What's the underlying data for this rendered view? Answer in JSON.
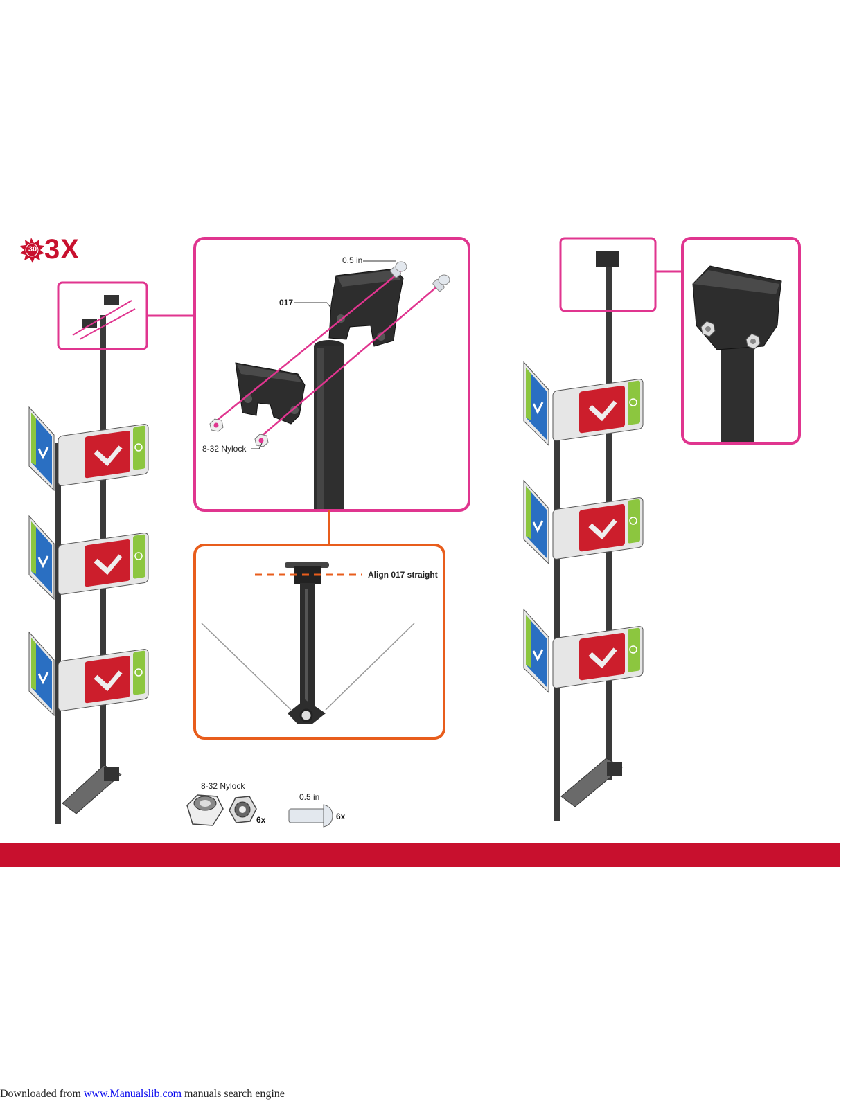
{
  "step": {
    "number": "30",
    "quantity": "3X",
    "color": "#c8102e"
  },
  "detail": {
    "part_label": "017",
    "screw_label": "0.5 in",
    "nut_label": "8-32 Nylock",
    "border_color": "#e0358f"
  },
  "alignment": {
    "label": "Align 017 straight",
    "border_color": "#e85d1c"
  },
  "parts": {
    "nut": {
      "label": "8-32 Nylock",
      "qty": "6x",
      "icon": "nylock-nut-icon"
    },
    "screw": {
      "label": "0.5 in",
      "qty": "6x",
      "icon": "screw-icon"
    }
  },
  "footer": {
    "prefix": "Downloaded from ",
    "link": "www.Manualslib.com",
    "suffix": "  manuals search engine"
  },
  "colors": {
    "red": "#c8102e",
    "blue": "#2a6fc2",
    "green": "#8cc63f",
    "pink": "#e0358f",
    "orange": "#e85d1c"
  }
}
